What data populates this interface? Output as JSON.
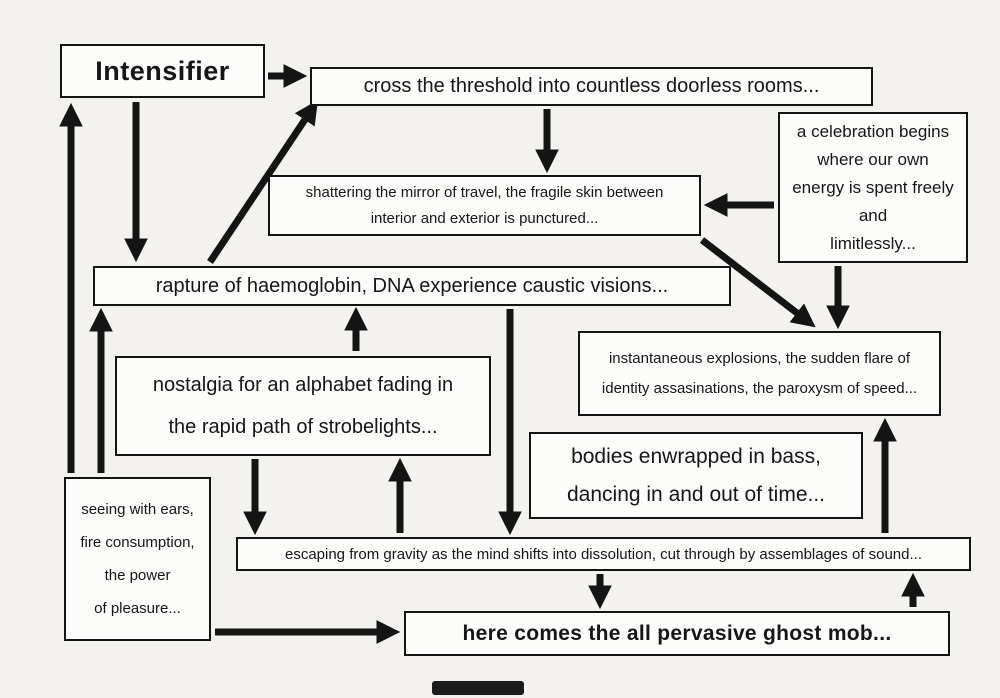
{
  "colors": {
    "ink": "#141414",
    "paper": "#f3f2ef",
    "box_bg": "#fcfcfa"
  },
  "boxes": {
    "intensifier": {
      "label": "Intensifier"
    },
    "threshold": {
      "label": "cross the threshold into countless doorless rooms..."
    },
    "celebration": {
      "lines": [
        "a celebration begins",
        "where our own",
        "energy is spent freely",
        "and",
        "limitlessly..."
      ]
    },
    "shattering": {
      "lines": [
        "shattering the mirror of travel, the fragile skin between",
        "interior and exterior is punctured..."
      ]
    },
    "rapture": {
      "label": "rapture of haemoglobin,  DNA experience caustic visions..."
    },
    "instantaneous": {
      "lines": [
        "instantaneous explosions, the sudden flare of",
        "identity assasinations, the paroxysm of speed..."
      ]
    },
    "nostalgia": {
      "lines": [
        "nostalgia for an alphabet fading in",
        "the rapid path of strobelights..."
      ]
    },
    "bodies": {
      "lines": [
        "bodies enwrapped in bass,",
        "dancing in and out of time..."
      ]
    },
    "seeing": {
      "lines": [
        "seeing with ears,",
        "fire consumption,",
        "the power",
        "of pleasure..."
      ]
    },
    "escaping": {
      "label": "escaping from gravity as the mind shifts into dissolution, cut through by assemblages of sound..."
    },
    "ghostmob": {
      "label": "here comes the all pervasive ghost mob..."
    }
  }
}
